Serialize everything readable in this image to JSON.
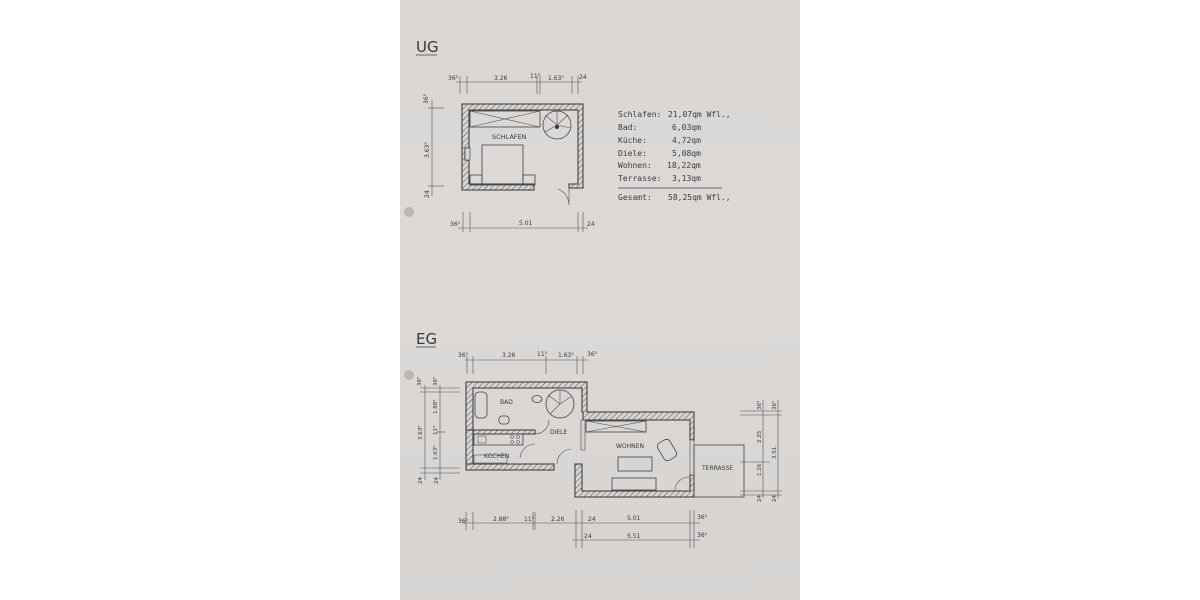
{
  "ug": {
    "title": "UG",
    "room": "SCHLAFEN",
    "dims_top": [
      "36⁵",
      "3.26",
      "11⁵",
      "1.63⁵",
      "24"
    ],
    "dims_left": [
      "36⁵",
      "3.63⁵",
      "24"
    ],
    "dims_bottom": [
      "36⁵",
      "5.01",
      "24"
    ]
  },
  "areas": {
    "rows": [
      {
        "label": "Schlafen:",
        "value": "21,07qm Wfl.,"
      },
      {
        "label": "Bad:",
        "value": "6,03qm"
      },
      {
        "label": "Küche:",
        "value": "4,72qm"
      },
      {
        "label": "Diele:",
        "value": "5,08qm"
      },
      {
        "label": "Wohnen:",
        "value": "18,22qm"
      },
      {
        "label": "Terrasse:",
        "value": "3,13qm"
      }
    ],
    "total_label": "Gesamt:",
    "total_value": "58,25qm Wfl.,"
  },
  "eg": {
    "title": "EG",
    "rooms": {
      "bad": "BAD",
      "diele": "DIELE",
      "kochen": "KOCHEN",
      "wohnen": "WOHNEN",
      "terrasse": "TERRASSE"
    },
    "dims_top": [
      "36⁵",
      "3.26",
      "11⁵",
      "1.63⁵",
      "36⁵"
    ],
    "dims_left": [
      "36⁵",
      "36⁵",
      "1.88⁵",
      "11⁵",
      "1.63⁵",
      "3.63⁵",
      "24",
      "24"
    ],
    "dims_right": [
      "36⁵",
      "36⁵",
      "2.25",
      "1.26",
      "3.51",
      "24",
      "24"
    ],
    "dims_bottom1": [
      "36⁵",
      "2.88⁵",
      "11⁵",
      "2.26",
      "24",
      "5.01",
      "36⁵"
    ],
    "dims_bottom2": [
      "24",
      "5.51",
      "36⁵"
    ]
  }
}
